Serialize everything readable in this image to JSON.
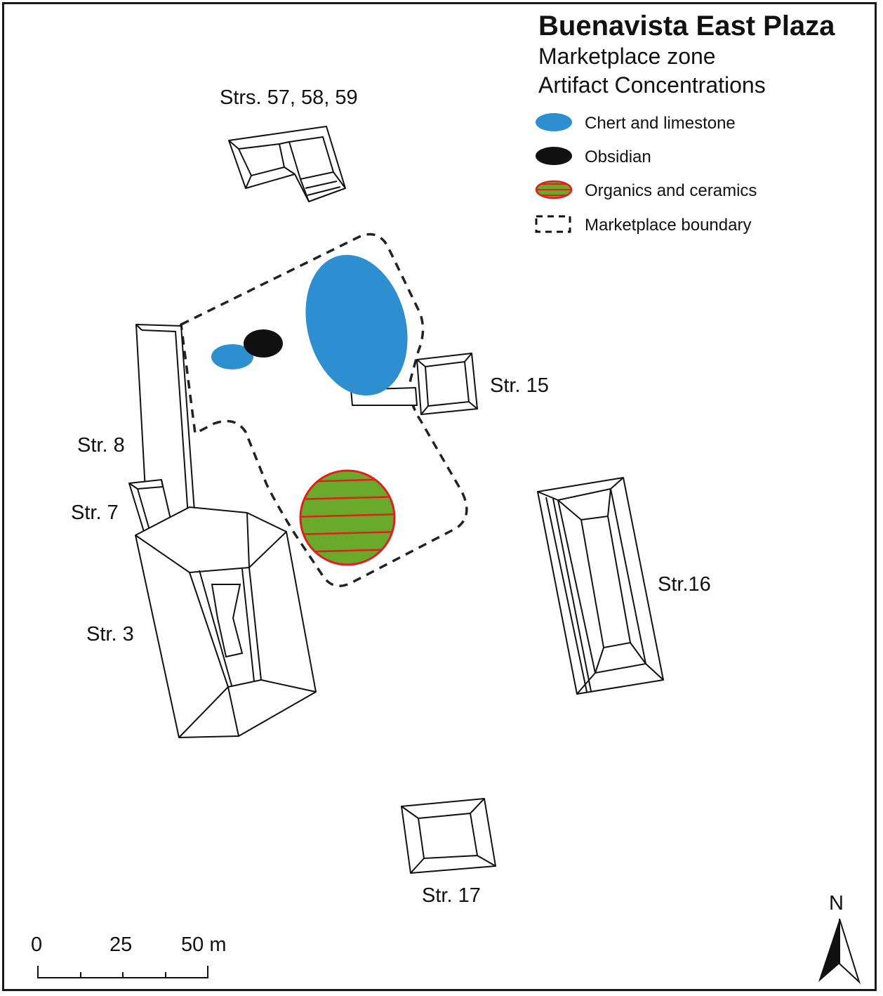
{
  "map": {
    "title": "Buenavista East Plaza",
    "subtitle_1": "Marketplace zone",
    "subtitle_2": "Artifact Concentrations"
  },
  "legend": {
    "items": [
      {
        "label": "Chert and limestone",
        "color": "#2e8fd0"
      },
      {
        "label": "Obsidian",
        "color": "#111111"
      },
      {
        "label": "Organics and ceramics",
        "fill": "#6aaa2a",
        "stroke": "#e02020"
      },
      {
        "label": "Marketplace boundary",
        "style": "dashed"
      }
    ]
  },
  "structures": {
    "s57": "Strs. 57, 58, 59",
    "s15": "Str. 15",
    "s8": "Str. 8",
    "s7": "Str. 7",
    "s3": "Str. 3",
    "s16": "Str.16",
    "s17": "Str. 17"
  },
  "scale_bar": {
    "tick_0": "0",
    "tick_25": "25",
    "tick_50": "50 m"
  },
  "north_arrow": {
    "label": "N"
  },
  "colors": {
    "chert": "#2e8fd0",
    "obsidian": "#111111",
    "organics_fill": "#6aaa2a",
    "organics_stroke": "#e02020"
  }
}
